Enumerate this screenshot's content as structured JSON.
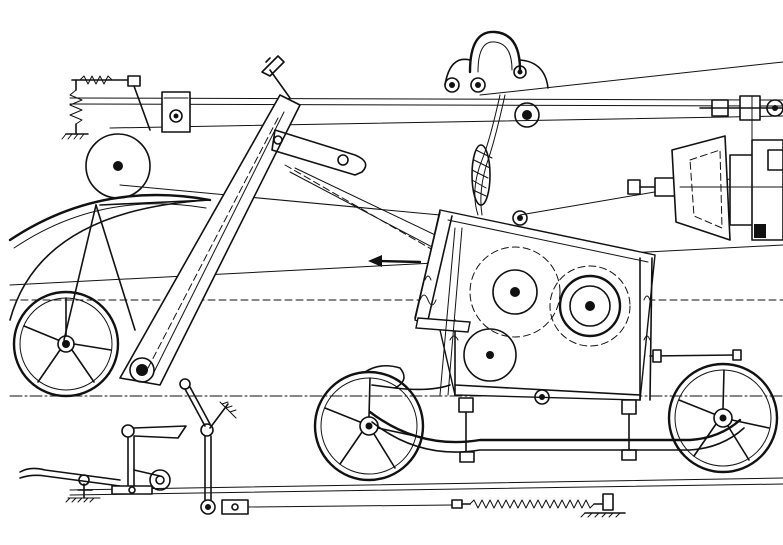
{
  "drawing": {
    "stroke_color": "#111111",
    "background_color": "#ffffff"
  },
  "components": [
    {
      "id": "drum-large",
      "icon": "large-drum-wheel-icon"
    },
    {
      "id": "pulley-upper",
      "icon": "pulley-icon"
    },
    {
      "id": "crank-arm",
      "icon": "crank-lever-icon"
    },
    {
      "id": "spring-left",
      "icon": "coil-spring-icon"
    },
    {
      "id": "gear-box",
      "icon": "gear-box-icon"
    },
    {
      "id": "carriage-wheel-left",
      "icon": "spoked-wheel-icon"
    },
    {
      "id": "carriage-wheel-right",
      "icon": "spoked-wheel-icon"
    },
    {
      "id": "spindle-head",
      "icon": "spindle-icon"
    },
    {
      "id": "direction-arrow",
      "icon": "arrow-left-icon"
    }
  ]
}
